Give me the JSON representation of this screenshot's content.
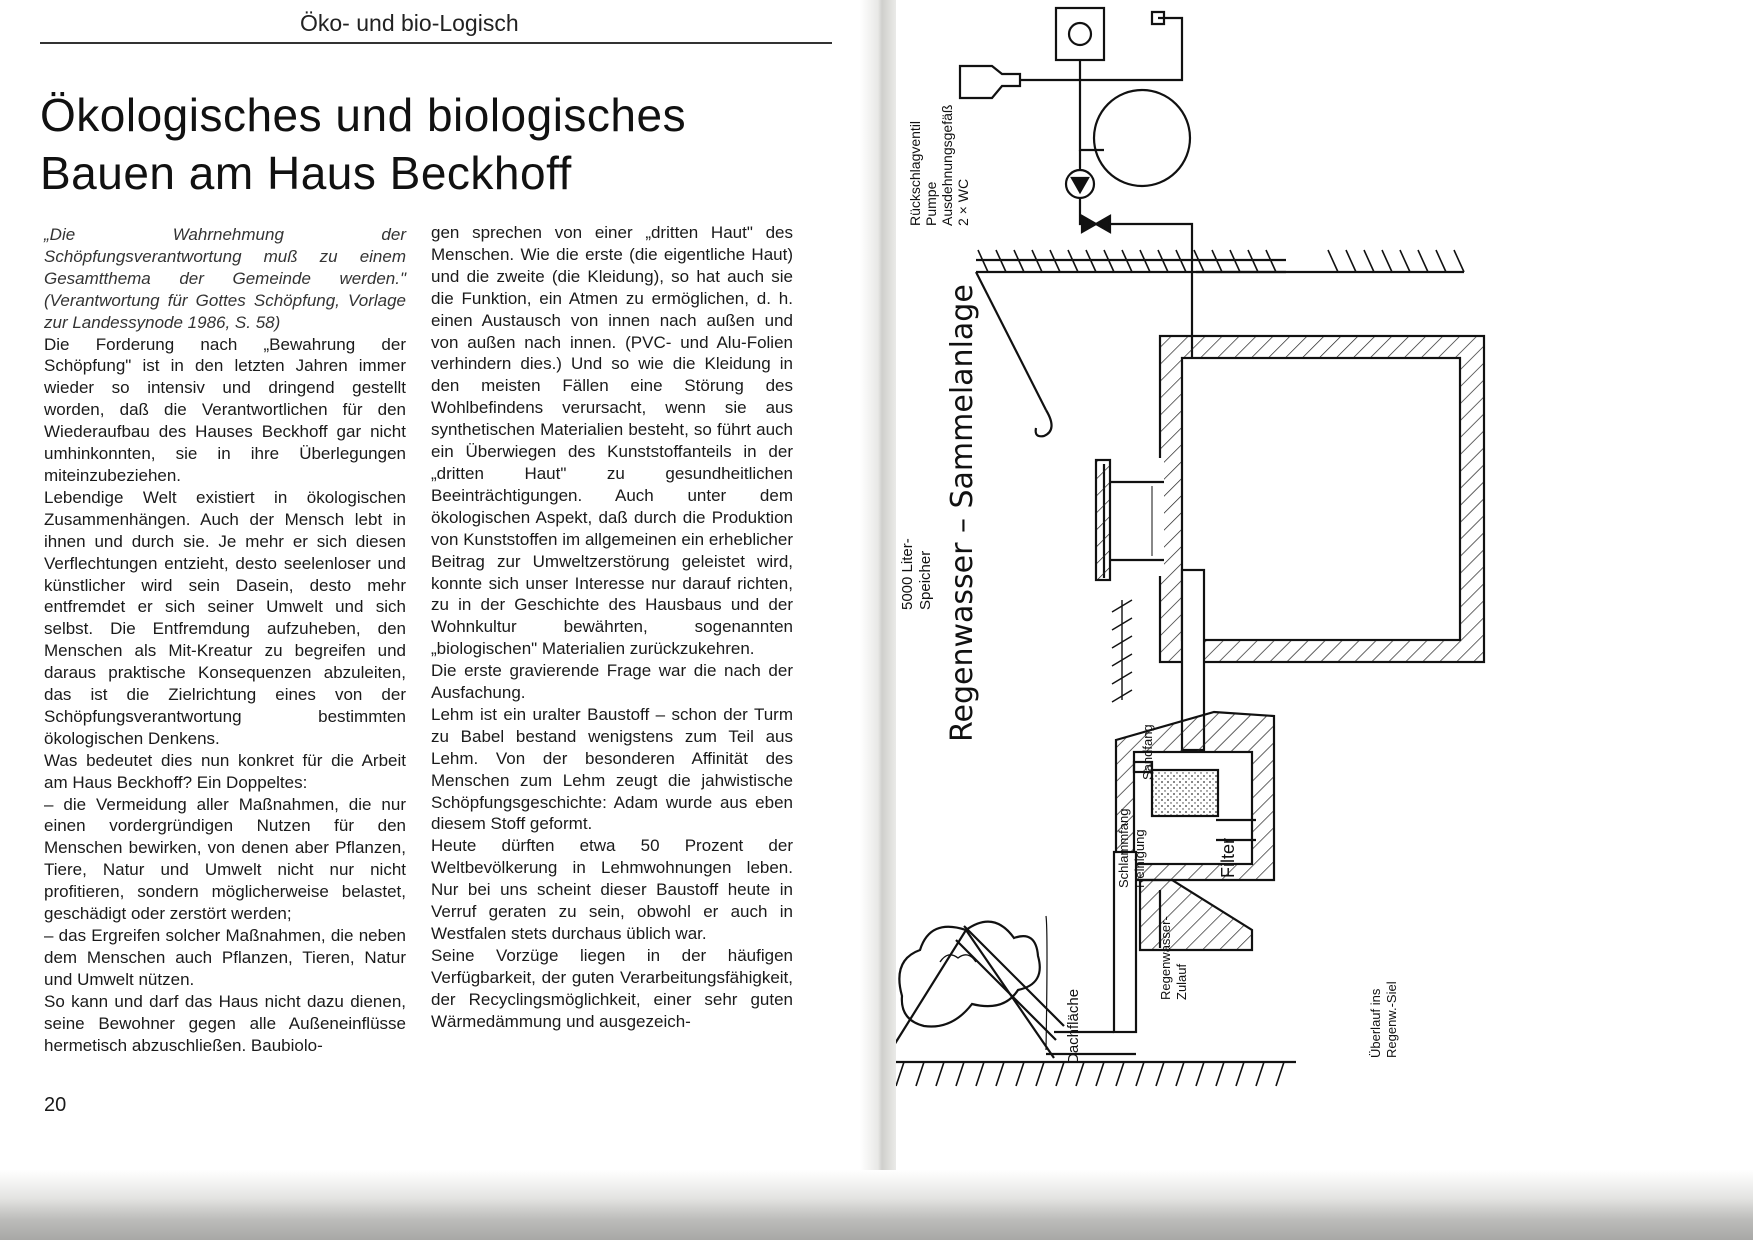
{
  "running_head": "Öko- und bio-Logisch",
  "title_line_1": "Ökologisches und biologisches",
  "title_line_2": "Bauen am Haus Beckhoff",
  "column_1": {
    "quote": "„Die Wahrnehmung der Schöpfungsverantwortung muß zu einem Gesamtthema der Gemeinde werden.\" (Verantwortung für Gottes Schöpfung, Vorlage zur Landessynode 1986, S. 58)",
    "paragraph_1": "Die Forderung nach „Bewahrung der Schöpfung\" ist in den letzten Jahren immer wieder so intensiv und dringend gestellt worden, daß die Verantwortlichen für den Wiederaufbau des Hauses Beckhoff gar nicht umhinkonnten, sie in ihre Überlegungen miteinzubeziehen.",
    "paragraph_2": "Lebendige Welt existiert in ökologischen Zusammenhängen. Auch der Mensch lebt in ihnen und durch sie. Je mehr er sich diesen Verflechtungen entzieht, desto seelenloser und künstlicher wird sein Dasein, desto mehr entfremdet er sich seiner Umwelt und sich selbst. Die Entfremdung aufzuheben, den Menschen als Mit-Kreatur zu begreifen und daraus praktische Konsequenzen abzuleiten, das ist die Zielrichtung eines von der Schöpfungsverantwortung bestimmten ökologischen Denkens.",
    "paragraph_3": "Was bedeutet dies nun konkret für die Arbeit am Haus Beckhoff? Ein Doppeltes:",
    "paragraph_4": "– die Vermeidung aller Maßnahmen, die nur einen vordergründigen Nutzen für den Menschen bewirken, von denen aber Pflanzen, Tiere, Natur und Umwelt nicht nur nicht profitieren, sondern möglicherweise belastet, geschädigt oder zerstört werden;",
    "paragraph_5": "– das Ergreifen solcher Maßnahmen, die neben dem Menschen auch Pflanzen, Tieren, Natur und Umwelt nützen.",
    "paragraph_6": "So kann und darf das Haus nicht dazu dienen, seine Bewohner gegen alle Außeneinflüsse hermetisch abzuschließen. Baubiolo-"
  },
  "column_2": {
    "paragraph_1": "gen sprechen von einer „dritten Haut\" des Menschen. Wie die erste (die eigentliche Haut) und die zweite (die Kleidung), so hat auch sie die Funktion, ein Atmen zu ermöglichen, d. h. einen Austausch von innen nach außen und von außen nach innen. (PVC- und Alu-Folien verhindern dies.) Und so wie die Kleidung in den meisten Fällen eine Störung des Wohlbefindens verursacht, wenn sie aus synthetischen Materialien besteht, so führt auch ein Überwiegen des Kunststoffanteils in der „dritten Haut\" zu gesundheitlichen Beeinträchtigungen. Auch unter dem ökologischen Aspekt, daß durch die Produktion von Kunststoffen im allgemeinen ein erheblicher Beitrag zur Umweltzerstörung geleistet wird, konnte sich unser Interesse nur darauf richten, zu in der Geschichte des Hausbaus und der Wohnkultur bewährten, sogenannten „biologischen\" Materialien zurückzukehren.",
    "paragraph_2": "Die erste gravierende Frage war die nach der Ausfachung.",
    "paragraph_3": "Lehm ist ein uralter Baustoff – schon der Turm zu Babel bestand wenigstens zum Teil aus Lehm. Von der besonderen Affinität des Menschen zum Lehm zeugt die jahwistische Schöpfungsgeschichte: Adam wurde aus eben diesem Stoff geformt.",
    "paragraph_4": "Heute dürften etwa 50 Prozent der Weltbevölkerung in Lehmwohnungen leben. Nur bei uns scheint dieser Baustoff heute in Verruf geraten zu sein, obwohl er auch in Westfalen stets durchaus üblich war.",
    "paragraph_5": "Seine Vorzüge liegen in der häufigen Verfügbarkeit, der guten Verarbeitungsfähigkeit, der Recyclingsmöglichkeit, einer sehr guten Wärmedämmung und ausgezeich-"
  },
  "page_number": "20",
  "diagram": {
    "title": "Regenwasser – Sammelanlage",
    "legend_1": "Rückschlagventil",
    "legend_2": "Pumpe",
    "legend_3": "Ausdehnungsgefäß",
    "legend_4": "2 × WC",
    "storage_1": "5000 Liter-",
    "storage_2": "Speicher",
    "sandfang": "Sandfang",
    "schlammfang_1": "Schlammfang",
    "schlammfang_2": "Reinigung",
    "filter": "Filter",
    "ueberlauf_1": "Überlauf ins",
    "ueberlauf_2": "Regenw.-Siel",
    "zulauf_1": "Regenwasser-",
    "zulauf_2": "Zulauf",
    "dachflaeche": "Dachfläche"
  }
}
